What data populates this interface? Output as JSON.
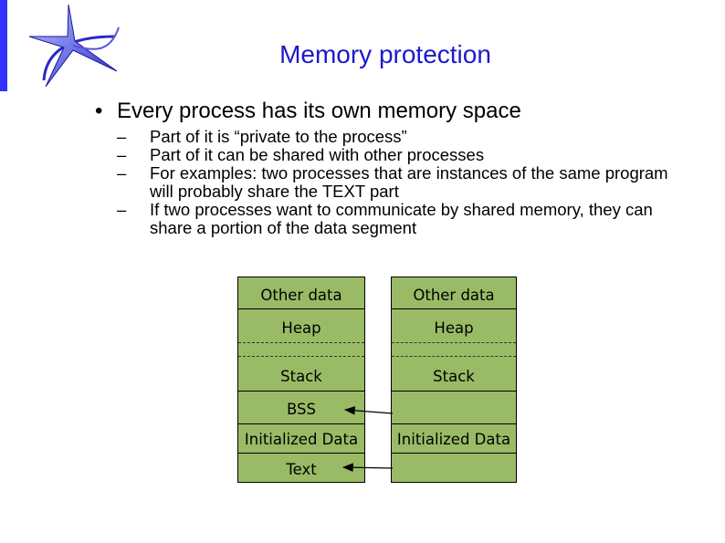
{
  "slide": {
    "title": "Memory protection",
    "bullet": "Every process has its own memory space",
    "sub_bullets": [
      "Part of it is “private to the process”",
      "Part of it can be shared with other processes",
      "For examples: two processes that are instances of the same program will probably share the TEXT part",
      "If two processes want to communicate by shared memory, they can share a portion of the data segment"
    ]
  },
  "diagram": {
    "left": {
      "other_data": "Other data",
      "heap": "Heap",
      "stack": "Stack",
      "bss": "BSS",
      "init_data": "Initialized Data",
      "text": "Text"
    },
    "right": {
      "other_data": "Other data",
      "heap": "Heap",
      "stack": "Stack",
      "init_data": "Initialized Data"
    },
    "fill_color": "#99bb66"
  }
}
